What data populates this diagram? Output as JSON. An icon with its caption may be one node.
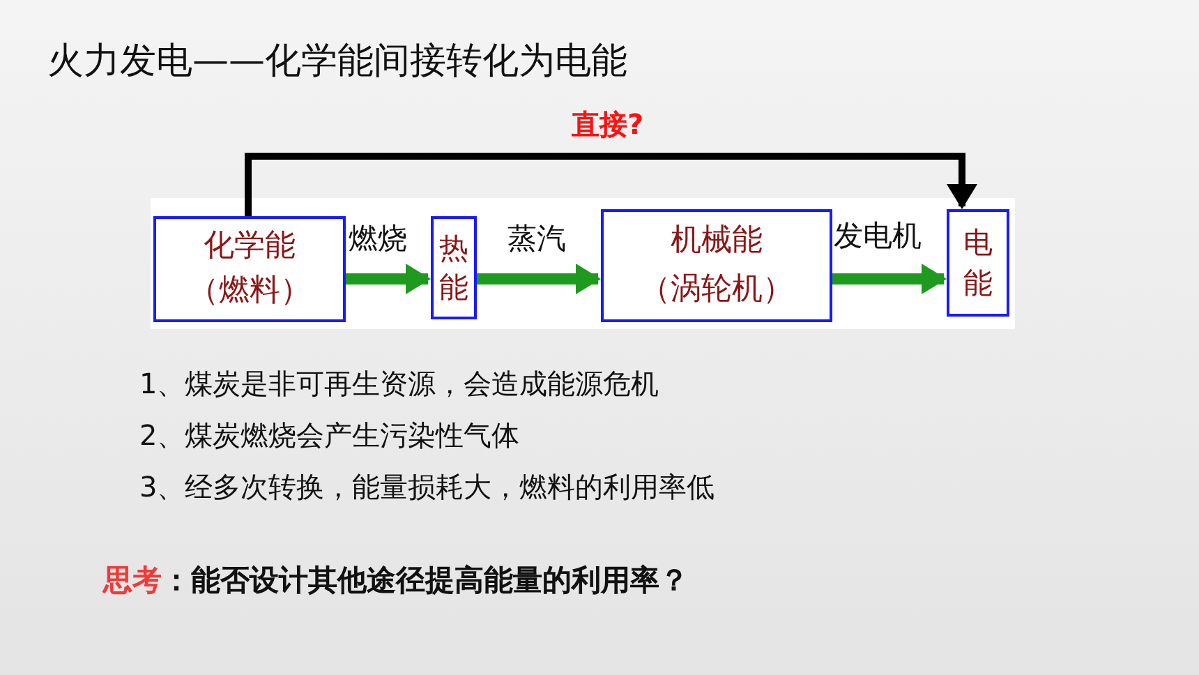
{
  "diagram": {
    "title": "火力发电——化学能间接转化为电能",
    "nodes": [
      {
        "text": [
          "化学能",
          "（燃料）"
        ]
      },
      {
        "text": [
          "热能"
        ]
      },
      {
        "text": [
          "机械能",
          "（涡轮机）"
        ]
      },
      {
        "text": [
          "电能"
        ]
      }
    ],
    "edges": [
      {
        "from": 0,
        "to": 1,
        "arrow": "to",
        "label": "燃烧",
        "color": "#1e9a1e"
      },
      {
        "from": 1,
        "to": 2,
        "arrow": "to",
        "label": "蒸汽",
        "color": "#1e9a1e"
      },
      {
        "from": 2,
        "to": 3,
        "arrow": "to",
        "label": "发电机",
        "color": "#1e9a1e"
      },
      {
        "from": 0,
        "to": 3,
        "arrow": "to",
        "label": "直接?",
        "color": "#000000"
      }
    ],
    "labels": [
      "1、煤炭是非可再生资源，会造成能源危机",
      "2、煤炭燃烧会产生污染性气体",
      "3、经多次转换，能量损耗大，燃料的利用率低",
      "思考",
      "：能否设计其他途径提高能量的利用率？"
    ]
  }
}
